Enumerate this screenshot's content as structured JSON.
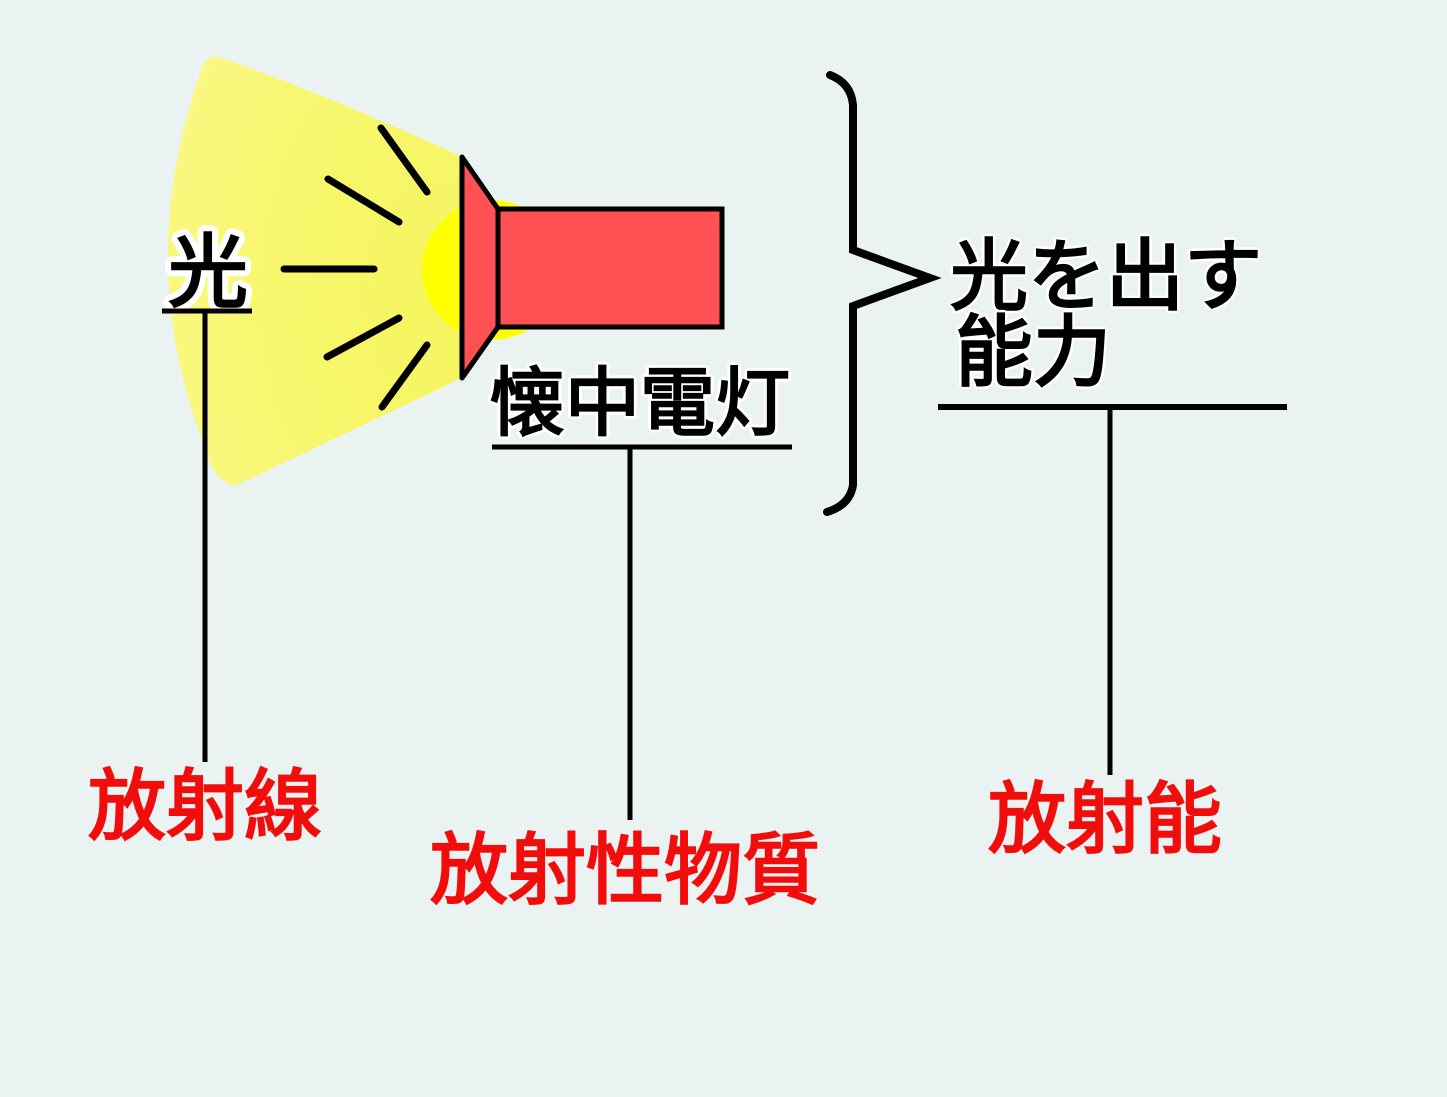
{
  "diagram": {
    "title_meaning": "Flashlight analogy diagram",
    "analogy": {
      "light_label": "光",
      "flashlight_label": "懐中電灯",
      "ability_label_line1": "光を出す",
      "ability_label_line2": "能力"
    },
    "terms": {
      "radiation": "放射線",
      "radioactive_material": "放射性物質",
      "radioactivity": "放射能"
    }
  },
  "colors": {
    "background": "#eaf3f2",
    "beam_yellow": "#f7f76e",
    "beam_edge_yellow": "#fbfb9e",
    "glow_yellow": "#ffff00",
    "flashlight_red": "#ff5153",
    "label_red": "#f20d0d",
    "line_black": "#000000"
  }
}
